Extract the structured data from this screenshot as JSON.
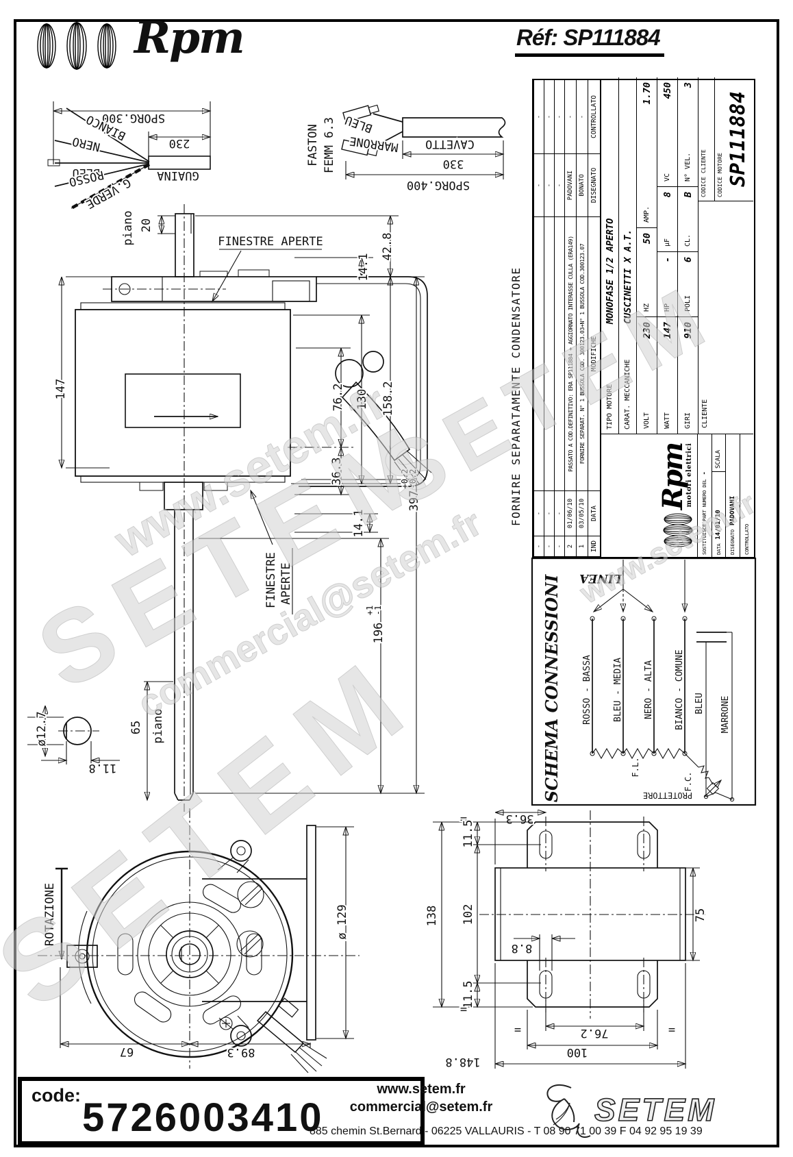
{
  "header": {
    "brand": "Rpm",
    "ref": "Réf: SP111884"
  },
  "cable_detail": {
    "dim_sporg_300": "SPORG.300",
    "dim_230": "230",
    "sheath_label": "GUAINA",
    "wire_bianco": "BIANCO",
    "wire_nero": "NERO",
    "wire_bleu": "BLEU",
    "wire_rosso": "ROSSO",
    "wire_gverde": "G.VERDE"
  },
  "faston_detail": {
    "line1": "FASTON",
    "line2": "FEMM 6.3",
    "wire_bleu": "BLEU",
    "wire_marrone": "MARRONE",
    "cable_label": "CAVETTO",
    "dim_330": "330",
    "dim_sporg_400": "SPORG.400"
  },
  "side_view": {
    "piano_top": "piano",
    "dim_20": "20",
    "finestre_top": "FINESTRE APERTE",
    "dim_42_8": "42.8",
    "dim_14_1_top": "14.1",
    "dim_147": "147",
    "dim_76_2": "76.2",
    "dim_130": "130",
    "dim_158_2": "158.2",
    "dim_36_3": "36.3",
    "dim_14_1_bottom": "14.1",
    "dim_397": "397",
    "tol_397_plus": "+0.2",
    "tol_397_minus": "-0.2",
    "dim_196": "196",
    "tol_196_plus": "+1",
    "tol_196_minus": "-1",
    "finestre_bottom_line1": "FINESTRE",
    "finestre_bottom_line2": "APERTE",
    "dim_65": "65",
    "piano_bottom": "piano",
    "dim_diam_12_7": "ø12.7",
    "dim_11_8": "11.8"
  },
  "end_view": {
    "rotazione": "ROTAZIONE",
    "dim_67": "67",
    "dim_89_3": "89.3",
    "dim_diam_129": "ø 129"
  },
  "mount_view": {
    "dim_36_3": "36.3",
    "eq": "=",
    "dim_11_5": "11.5",
    "dim_138": "138",
    "dim_102": "102",
    "dim_8_8": "8.8",
    "dim_76_2": "76.2",
    "dim_100": "100",
    "dim_148_8": "148.8",
    "dim_75": "75"
  },
  "note_condensatore": "FORNIRE SEPARATAMENTE CONDENSATORE",
  "title_block": {
    "revisions": {
      "col_ind": "IND",
      "col_data": "DATA",
      "col_modifiche": "MODIFICHE",
      "col_disegnato": "DISEGNATO",
      "col_controllato": "CONTROLLATO",
      "rows": [
        {
          "ind": "-",
          "date": "-",
          "text": "",
          "by": "-",
          "chk": "-"
        },
        {
          "ind": "-",
          "date": "-",
          "text": "",
          "by": "-",
          "chk": "-"
        },
        {
          "ind": "-",
          "date": "-",
          "text": "",
          "by": "-",
          "chk": "-"
        },
        {
          "ind": "2",
          "date": "01/06/10",
          "text": "PASSATO A COD.DEFINITIVO: ERA SP111884 + AGGIORNATO INTERASSE CULLA (ERA149)",
          "by": "PADOVANI",
          "chk": "-"
        },
        {
          "ind": "1",
          "date": "03/05/10",
          "text": "FORNIRE SEPARAT. N° 1 BUSSOLA COD. 300123.03+N° 1 BUSSOLA COD.300123.07",
          "by": "BONATO",
          "chk": "-"
        }
      ]
    },
    "logo_brand": "Rpm",
    "logo_sub": "motori elettrici",
    "tipo_motore_label": "TIPO MOTORE",
    "tipo_motore_value": "MONOFASE 1/2 APERTO",
    "carat_label": "CARAT. MECCANICHE",
    "carat_value": "CUSCINETTI X A.T.",
    "volt_label": "VOLT",
    "volt": "230",
    "hz_label": "HZ",
    "hz": "50",
    "amp_label": "AMP.",
    "amp": "1.70",
    "watt_label": "WATT",
    "watt": "147",
    "hp_label": "HP",
    "hp": "-",
    "uf_label": "µF",
    "uf": "8",
    "vc_label": "VC",
    "vc": "450",
    "giri_label": "GIRI",
    "giri": "910",
    "poli_label": "POLI",
    "poli": "6",
    "cl_label": "CL.",
    "cl": "B",
    "nvel_label": "N° VEL.",
    "nvel": "3",
    "cliente_label": "CLIENTE",
    "codice_cliente_label": "CODICE CLIENTE",
    "codice_motore_label": "CODICE MOTORE",
    "codice_motore_value": "SP111884",
    "sostituisce_label": "SOSTITUISCE PART NUMERO DEL",
    "sostituisce_value": "-",
    "data_label": "DATA",
    "data_value": "14/01/10",
    "scala_label": "SCALA",
    "disegnato_label": "DISEGNATO",
    "disegnato_value": "PADOVANI",
    "controllato_label": "CONTROLLATO"
  },
  "schema": {
    "title": "SCHEMA CONNESSIONI",
    "linea": "LINEA",
    "wire1": "ROSSO - BASSA",
    "wire2": "BLEU - MEDIA",
    "wire3": "NERO - ALTA",
    "wire4": "BIANCO - COMUNE",
    "cap_bleu": "BLEU",
    "cap_marrone": "MARRONE",
    "fl": "F.L.",
    "fc": "F.C.",
    "protettore": "PROTETTORE"
  },
  "watermarks": {
    "wm1": "www.setem.fr",
    "wm2": "SETEM",
    "wm3": "commercial@setem.fr",
    "wm4": "SETEM",
    "wm5": "SETEM"
  },
  "footer": {
    "code_label": "code:",
    "code_value": "5726003410",
    "url": "www.setem.fr",
    "email": "commercial@setem.fr",
    "address": "885 chemin St.Bernard  -  06225 VALLAURIS  -  T 08 90 71 00 39   F 04 92 95 19 39",
    "brand": "SETEM"
  }
}
